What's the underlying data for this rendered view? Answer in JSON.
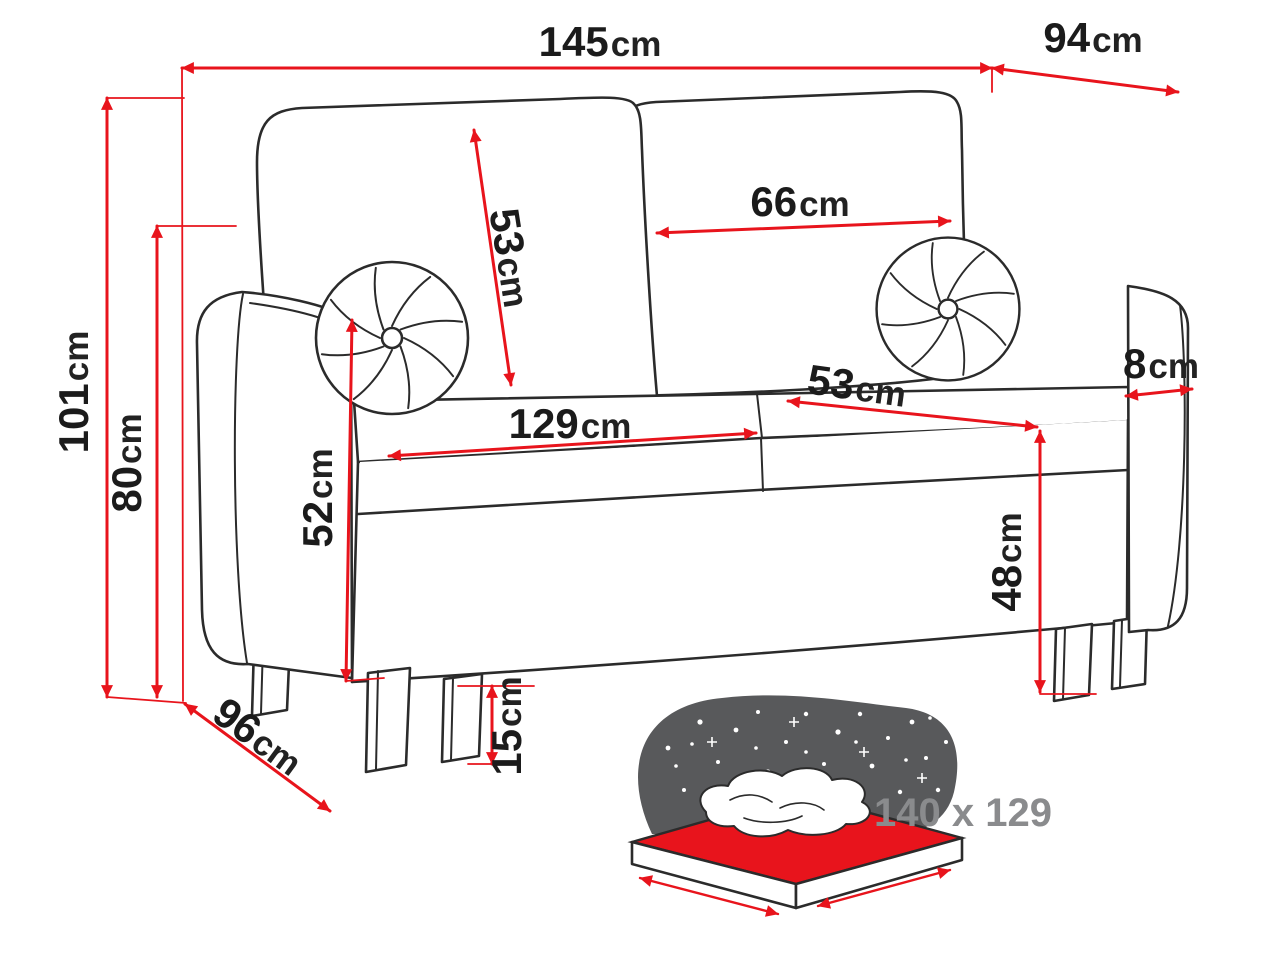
{
  "diagram": {
    "type": "furniture-dimension-diagram",
    "subject": "sofa",
    "dimensions": {
      "total_width": {
        "value": "145",
        "unit": "cm"
      },
      "total_depth": {
        "value": "94",
        "unit": "cm"
      },
      "total_height": {
        "value": "101",
        "unit": "cm"
      },
      "backrest_height": {
        "value": "80",
        "unit": "cm"
      },
      "back_cushion_height": {
        "value": "53",
        "unit": "cm"
      },
      "back_cushion_width": {
        "value": "66",
        "unit": "cm"
      },
      "seat_width": {
        "value": "129",
        "unit": "cm"
      },
      "seat_depth": {
        "value": "53",
        "unit": "cm"
      },
      "armrest_height": {
        "value": "52",
        "unit": "cm"
      },
      "seat_height": {
        "value": "48",
        "unit": "cm"
      },
      "armrest_width": {
        "value": "8",
        "unit": "cm"
      },
      "leg_height": {
        "value": "15",
        "unit": "cm"
      },
      "base_depth": {
        "value": "96",
        "unit": "cm"
      }
    },
    "sleeping_area": {
      "label": "140 x 129"
    },
    "colors": {
      "dimension_line": "#e8141c",
      "outline": "#2b2b2b",
      "label_text": "#1b1b1b",
      "sleeping_label": "#8a8b8d",
      "blanket": "#58595b"
    }
  }
}
